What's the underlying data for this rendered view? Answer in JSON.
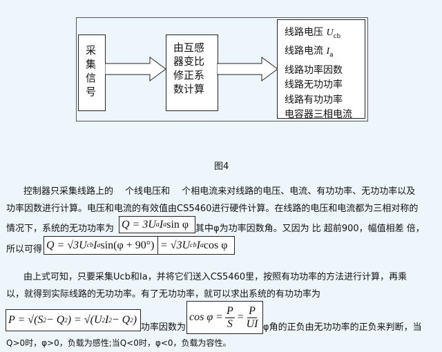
{
  "diagram": {
    "box1": [
      "采",
      "集",
      "信",
      "号"
    ],
    "box2": [
      "由互感",
      "器变比",
      "修正系",
      "数计算"
    ],
    "box3": [
      {
        "text": "线路电压",
        "sym": "U",
        "sub": "cb"
      },
      {
        "text": "线路电流",
        "sym": "I",
        "sub": "a"
      },
      {
        "text": "线路功率因数"
      },
      {
        "text": "线路无功功率"
      },
      {
        "text": "线路有功功率"
      },
      {
        "text": "电容器三相电流"
      }
    ],
    "caption": "图4"
  },
  "p1": {
    "l1": "控制器只采集线路上的　 个线电压和　 个相电流来对线路的电压、电流、有功功率、无功功率以及",
    "l2": "功率因数进行计算。电压和电流的有效值由CS5460进行硬件计算。在线路的电压和电流都为三相对称的",
    "l3a": "情况下，系统的无功功率为",
    "l3b": "其中φ为功率因数角。又因为 比 超前900，幅值相差 倍，",
    "l4a": "所以可得",
    "f1": {
      "a": "Q = 3U",
      "s1": "a",
      "b": "I",
      "s2": "a",
      "c": " sin φ"
    },
    "f2": {
      "a": "Q = √3U",
      "s1": "cb",
      "b": "I",
      "s2": "a",
      "c": " sin(φ + 90°)"
    },
    "f3": {
      "a": "= √3U",
      "s1": "cb",
      "b": "I",
      "s2": "a",
      "c": " cos φ"
    }
  },
  "p2": {
    "l1": "由上式可知，只要采集Ucb和Ia，并将它们送入CS5460里，按照有功功率的方法进行计算，再乘",
    "l2": "以，就得到实际线路的无功功率。有了无功功率，就可以求出系统的有功功率为",
    "f4": {
      "a": "P = √(S",
      "e1": "2",
      "b": " − Q",
      "e2": "2",
      "c": ") = √(U",
      "e3": "2",
      "d": "I",
      "e4": "2",
      "e": " − Q",
      "e5": "2",
      "f": ")"
    },
    "l3a": "功率因数为",
    "f5": {
      "a": "cos φ =",
      "n1": "P",
      "d1": "S",
      "eq": "=",
      "n2": "P",
      "d2": "UI"
    },
    "l3b": "φ角的正负由无功功率的正负来判断，当",
    "l4": "Q>0时，φ>0，负载为感性;当Q<0时，φ<0，负载为容性。"
  }
}
